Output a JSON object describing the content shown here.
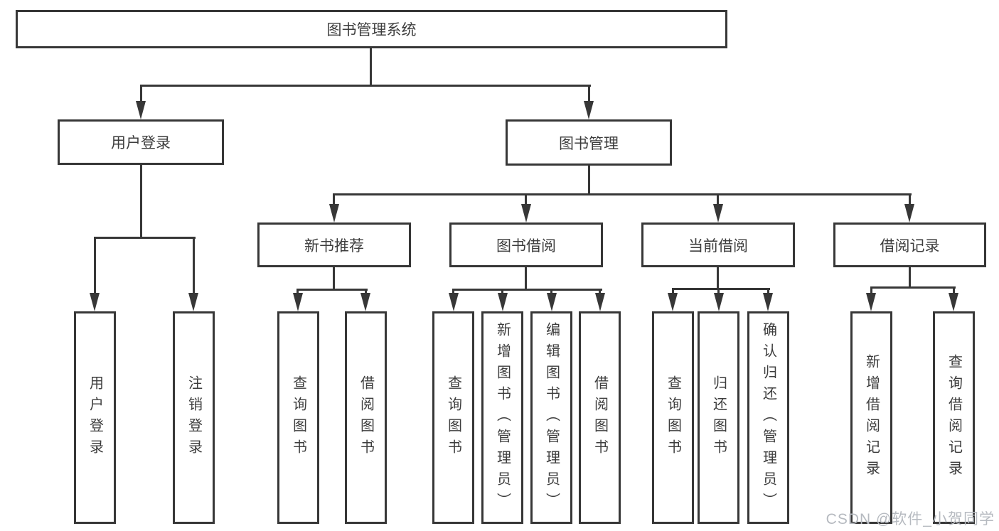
{
  "diagram": {
    "root": {
      "label": "图书管理系统"
    },
    "branches": [
      {
        "label": "用户登录",
        "children": [
          {
            "label": "用户登录"
          },
          {
            "label": "注销登录"
          }
        ]
      },
      {
        "label": "图书管理",
        "children": [
          {
            "label": "新书推荐",
            "children": [
              {
                "label": "查询图书"
              },
              {
                "label": "借阅图书"
              }
            ]
          },
          {
            "label": "图书借阅",
            "children": [
              {
                "label": "查询图书"
              },
              {
                "label": "新增图书（管理员）"
              },
              {
                "label": "编辑图书（管理员）"
              },
              {
                "label": "借阅图书"
              }
            ]
          },
          {
            "label": "当前借阅",
            "children": [
              {
                "label": "查询图书"
              },
              {
                "label": "归还图书"
              },
              {
                "label": "确认归还（管理员）"
              }
            ]
          },
          {
            "label": "借阅记录",
            "children": [
              {
                "label": "新增借阅记录"
              },
              {
                "label": "查询借阅记录"
              }
            ]
          }
        ]
      }
    ]
  },
  "watermark": {
    "text": "CSDN @软件_小贺同学"
  },
  "colors": {
    "line": "#373737",
    "text": "#3d3d3d",
    "box_background": "#ffffff",
    "watermark": "#b6bac0",
    "page_background": "#ffffff"
  }
}
